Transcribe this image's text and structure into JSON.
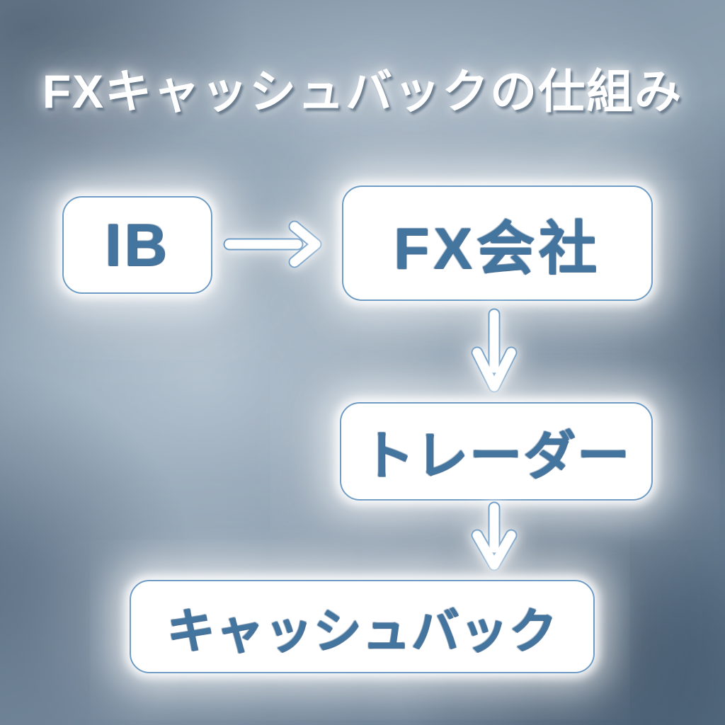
{
  "title": "FXキャッシュバックの仕組み",
  "diagram": {
    "nodes": [
      {
        "id": "ib",
        "label": "IB"
      },
      {
        "id": "fx-company",
        "label": "FX会社"
      },
      {
        "id": "trader",
        "label": "トレーダー"
      },
      {
        "id": "cashback",
        "label": "キャッシュバック"
      }
    ],
    "edges": [
      {
        "from": "IB",
        "to": "FX会社",
        "direction": "right",
        "icon": "arrow-right-icon"
      },
      {
        "from": "FX会社",
        "to": "トレーダー",
        "direction": "down",
        "icon": "arrow-down-icon"
      },
      {
        "from": "トレーダー",
        "to": "キャッシュバック",
        "direction": "down",
        "icon": "arrow-down-icon"
      }
    ]
  },
  "colors": {
    "node_fill": "#ffffff",
    "node_border": "#6f9cc4",
    "node_text": "#44759f",
    "title_text": "#ffffff",
    "arrow_fill": "#ffffff",
    "arrow_outline": "#6f9cc4",
    "background_base": "#8da0b0"
  }
}
